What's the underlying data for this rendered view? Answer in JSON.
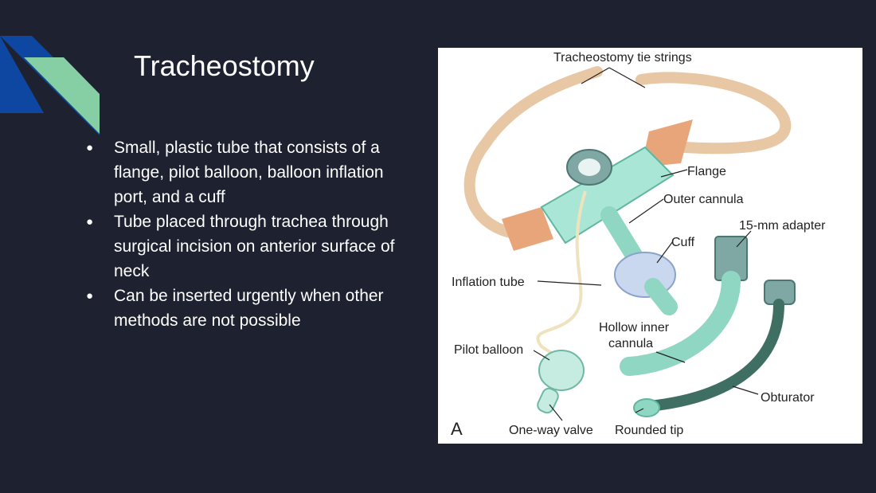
{
  "slide": {
    "title": "Tracheostomy",
    "bullets": [
      "Small, plastic tube that consists of a flange, pilot balloon, balloon inflation port, and a cuff",
      "Tube placed through trachea through surgical incision on anterior surface of neck",
      "Can be inserted urgently  when other methods are not possible"
    ]
  },
  "diagram": {
    "labels": {
      "tie_strings": "Tracheostomy tie strings",
      "flange": "Flange",
      "outer_cannula": "Outer cannula",
      "adapter": "15-mm adapter",
      "cuff": "Cuff",
      "inflation_tube": "Inflation tube",
      "hollow_inner_1": "Hollow inner",
      "hollow_inner_2": "cannula",
      "pilot_balloon": "Pilot balloon",
      "obturator": "Obturator",
      "panel": "A",
      "one_way_valve": "One-way valve",
      "rounded_tip": "Rounded tip"
    }
  },
  "colors": {
    "background": "#1d2130",
    "accent_blue": "#0d47a1",
    "accent_green": "#86cfa5",
    "tube_green": "#8fd6c3",
    "tie_strings": "#e8c7a4"
  }
}
